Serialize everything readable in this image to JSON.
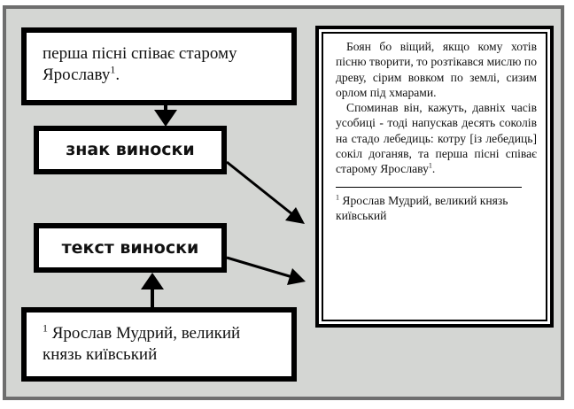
{
  "top_box": {
    "text": "перша пісні співає старому Ярославу",
    "sup": "1",
    "end": "."
  },
  "sign_box": {
    "label": "знак виноски"
  },
  "text_box": {
    "label": "текст виноски"
  },
  "bottom_box": {
    "sup": "1",
    "text": " Ярослав Мудрий, великий князь київський"
  },
  "page": {
    "paragraph1": "Боян бо віщий, якщо кому хотів пісню творити, то розтікався мислю по древу, сірим вовком по землі, сизим орлом під хмарами.",
    "paragraph2": "Споминав він, кажуть, давніх часів усобиці - тоді напускав десять соколів на стадо лебедиць: котру [із лебедиць] сокіл доганяв, та перша пісні співає старому Ярославу",
    "paragraph2_sup": "1",
    "paragraph2_end": ".",
    "footnote_sup": "1",
    "footnote": " Ярослав Мудрий, великий князь київський"
  }
}
